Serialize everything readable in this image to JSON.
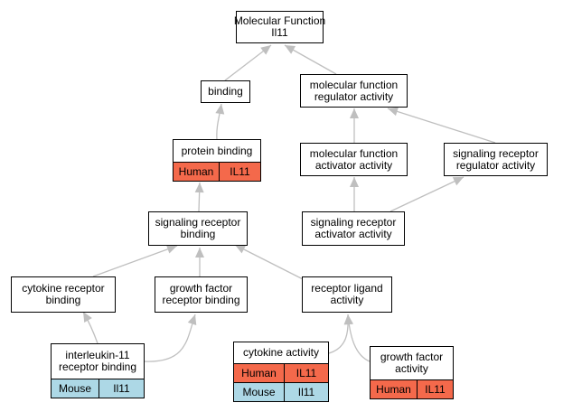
{
  "diagram": {
    "colors": {
      "edge": "#bfbfbf",
      "human": "#f4694b",
      "mouse": "#add8e6"
    },
    "nodes": {
      "root": [
        "Molecular Function",
        "Il11"
      ],
      "binding": [
        "binding"
      ],
      "mf_regulator": [
        "molecular function",
        "regulator activity"
      ],
      "protein_binding": [
        "protein binding"
      ],
      "mf_activator": [
        "molecular function",
        "activator activity"
      ],
      "sig_rec_regulator": [
        "signaling receptor",
        "regulator activity"
      ],
      "sig_rec_binding": [
        "signaling receptor",
        "binding"
      ],
      "sig_rec_activator": [
        "signaling receptor",
        "activator activity"
      ],
      "cytokine_rec_binding": [
        "cytokine receptor",
        "binding"
      ],
      "gf_rec_binding": [
        "growth factor",
        "receptor binding"
      ],
      "rec_ligand": [
        "receptor ligand",
        "activity"
      ],
      "il11_rec_binding": [
        "interleukin-11",
        "receptor binding"
      ],
      "cytokine_activity": [
        "cytokine activity"
      ],
      "gf_activity": [
        "growth factor",
        "activity"
      ]
    },
    "annotations": {
      "protein_binding": [
        {
          "species": "Human",
          "gene": "IL11"
        }
      ],
      "il11_rec_binding": [
        {
          "species": "Mouse",
          "gene": "Il11"
        }
      ],
      "cytokine_activity": [
        {
          "species": "Human",
          "gene": "IL11"
        },
        {
          "species": "Mouse",
          "gene": "Il11"
        }
      ],
      "gf_activity": [
        {
          "species": "Human",
          "gene": "IL11"
        }
      ]
    }
  }
}
